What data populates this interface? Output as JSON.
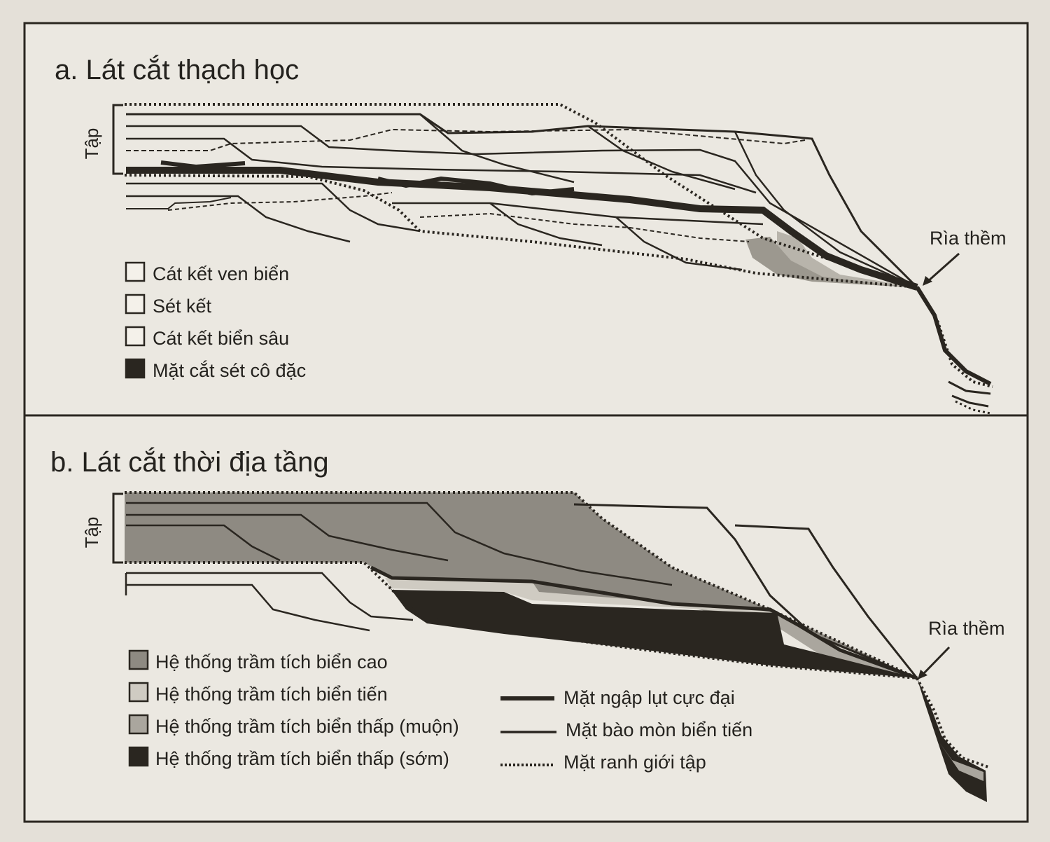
{
  "panel_a": {
    "title": "a. Lát cắt thạch học",
    "side_label": "Tập",
    "shelf_edge_label": "Rìa thềm",
    "legend": [
      {
        "label": "Cát kết ven biển",
        "swatch": "#f4f1ea"
      },
      {
        "label": "Sét kết",
        "swatch": "#f4f1ea"
      },
      {
        "label": "Cát kết biển sâu",
        "swatch": "#f4f1ea"
      },
      {
        "label": "Mặt cắt sét cô đặc",
        "swatch": "#2a2620"
      }
    ]
  },
  "panel_b": {
    "title": "b. Lát cắt thời địa tầng",
    "side_label": "Tập",
    "shelf_edge_label": "Rìa thềm",
    "legend_systems": [
      {
        "label": "Hệ thống trầm tích biển cao",
        "swatch": "#8e8a82"
      },
      {
        "label": "Hệ thống trầm tích biển tiến",
        "swatch": "#cfcbc2"
      },
      {
        "label": "Hệ thống trầm tích biển thấp (muộn)",
        "swatch": "#aaa69e"
      },
      {
        "label": "Hệ thống trầm tích biển thấp (sớm)",
        "swatch": "#2a2620"
      }
    ],
    "legend_surfaces": [
      {
        "label": "Mặt ngập lụt cực đại",
        "style": "thick"
      },
      {
        "label": "Mặt bào mòn biển tiến",
        "style": "thin"
      },
      {
        "label": "Mặt ranh giới tập",
        "style": "dotted"
      }
    ]
  }
}
